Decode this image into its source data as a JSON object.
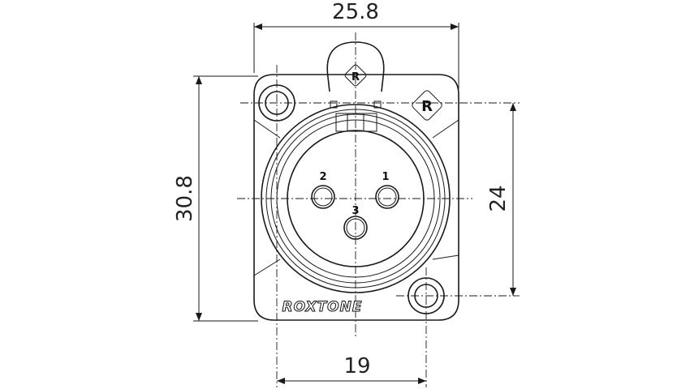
{
  "dimensions": {
    "overall_width": "25.8",
    "overall_height": "30.8",
    "hole_vertical_spacing": "24",
    "hole_horizontal_spacing": "19"
  },
  "pins": {
    "pin1": "1",
    "pin2": "2",
    "pin3": "3"
  },
  "brand": "ROXTONE",
  "colors": {
    "line": "#1a1a1a",
    "background": "#ffffff"
  }
}
